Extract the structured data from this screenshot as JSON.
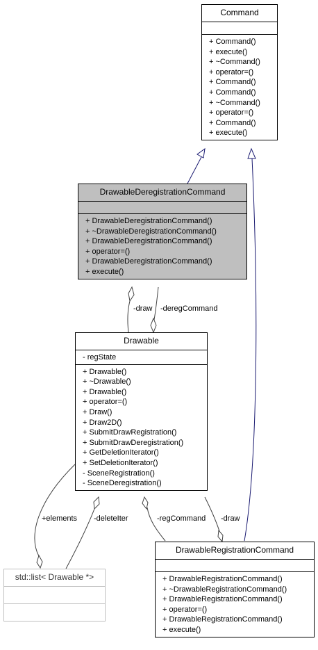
{
  "classes": {
    "command": {
      "name": "Command",
      "attributes": [],
      "operations": [
        "+ Command()",
        "+ execute()",
        "+ ~Command()",
        "+ operator=()",
        "+ Command()",
        "+ Command()",
        "+ ~Command()",
        "+ operator=()",
        "+ Command()",
        "+ execute()"
      ]
    },
    "drawable_deregistration_command": {
      "name": "DrawableDeregistrationCommand",
      "attributes": [],
      "operations": [
        "+ DrawableDeregistrationCommand()",
        "+ ~DrawableDeregistrationCommand()",
        "+ DrawableDeregistrationCommand()",
        "+ operator=()",
        "+ DrawableDeregistrationCommand()",
        "+ execute()"
      ]
    },
    "drawable": {
      "name": "Drawable",
      "attributes": [
        "- regState"
      ],
      "operations": [
        "+ Drawable()",
        "+ ~Drawable()",
        "+ Drawable()",
        "+ operator=()",
        "+ Draw()",
        "+ Draw2D()",
        "+ SubmitDrawRegistration()",
        "+ SubmitDrawDeregistration()",
        "+ GetDeletionIterator()",
        "+ SetDeletionIterator()",
        "- SceneRegistration()",
        "- SceneDeregistration()"
      ]
    },
    "std_list": {
      "name": "std::list< Drawable *>",
      "attributes": [],
      "operations": []
    },
    "drawable_registration_command": {
      "name": "DrawableRegistrationCommand",
      "attributes": [],
      "operations": [
        "+ DrawableRegistrationCommand()",
        "+ ~DrawableRegistrationCommand()",
        "+ DrawableRegistrationCommand()",
        "+ operator=()",
        "+ DrawableRegistrationCommand()",
        "+ execute()"
      ]
    }
  },
  "edge_labels": {
    "dereg_draw": "-draw",
    "dereg_command": "-deregCommand",
    "elements": "+elements",
    "delete_iter": "-deleteIter",
    "reg_command": "-regCommand",
    "reg_draw": "-draw"
  },
  "colors": {
    "inheritance": "#191970",
    "association": "#404040",
    "highlight_fill": "#bfbfbf",
    "external_border": "#bfbfbf"
  }
}
